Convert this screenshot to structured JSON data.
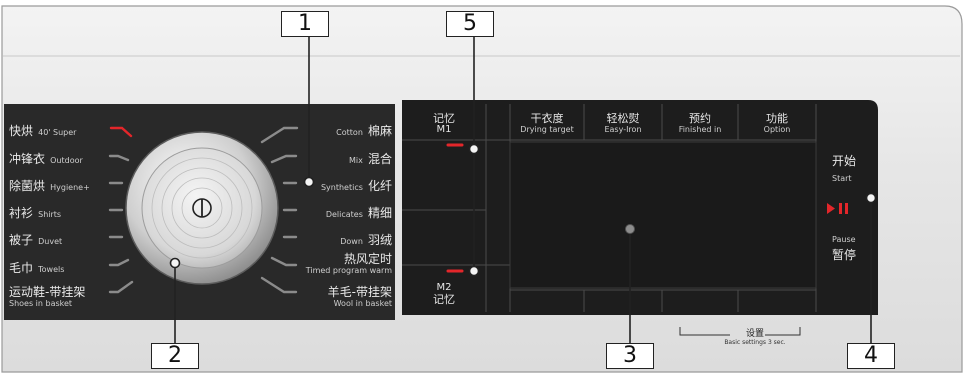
{
  "callouts": {
    "c1": "1",
    "c2": "2",
    "c3": "3",
    "c4": "4",
    "c5": "5"
  },
  "programs_left": [
    {
      "zh": "快烘",
      "en": "40' Super"
    },
    {
      "zh": "冲锋衣",
      "en": "Outdoor"
    },
    {
      "zh": "除菌烘",
      "en": "Hygiene+"
    },
    {
      "zh": "衬衫",
      "en": "Shirts"
    },
    {
      "zh": "被子",
      "en": "Duvet"
    },
    {
      "zh": "毛巾",
      "en": "Towels"
    },
    {
      "zh": "运动鞋-带挂架",
      "en": "Shoes in basket"
    }
  ],
  "programs_right": [
    {
      "zh": "棉麻",
      "en": "Cotton"
    },
    {
      "zh": "混合",
      "en": "Mix"
    },
    {
      "zh": "化纤",
      "en": "Synthetics"
    },
    {
      "zh": "精细",
      "en": "Delicates"
    },
    {
      "zh": "羽绒",
      "en": "Down"
    },
    {
      "zh": "热风定时",
      "en": "Timed program warm"
    },
    {
      "zh": "羊毛-带挂架",
      "en": "Wool in basket"
    }
  ],
  "selected_program": "40' Super",
  "buttons": {
    "memory1": {
      "zh": "记忆",
      "code": "M1"
    },
    "memory2": {
      "zh": "记忆",
      "code": "M2"
    },
    "drying_target": {
      "zh": "干衣度",
      "en": "Drying target"
    },
    "easy_iron": {
      "zh": "轻松熨",
      "en": "Easy-Iron"
    },
    "finished_in": {
      "zh": "预约",
      "en": "Finished in"
    },
    "option": {
      "zh": "功能",
      "en": "Option"
    },
    "start": {
      "zh_top": "开始",
      "en_top": "Start",
      "en_bottom": "Pause",
      "zh_bottom": "暂停"
    }
  },
  "settings": {
    "zh": "设置",
    "en": "Basic settings 3 sec."
  },
  "colors": {
    "panel": "#2a2a2a",
    "accent": "#e3262a",
    "label": "#e9e9e9"
  }
}
